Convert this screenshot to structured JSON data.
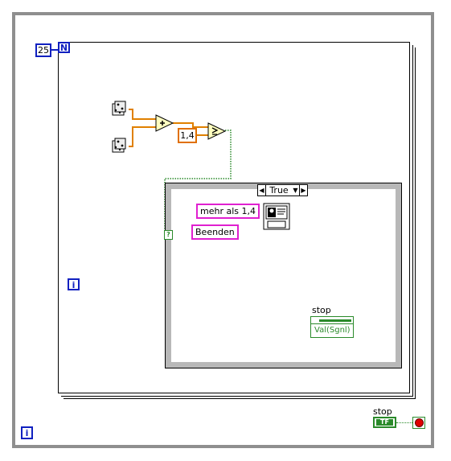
{
  "loop": {
    "count_terminal": "25",
    "count_label": "N",
    "outer_iteration": "i",
    "inner_iteration": "i"
  },
  "numeric": {
    "constant": "1,4"
  },
  "case": {
    "selector_value": "True"
  },
  "dialog": {
    "message": "mehr als  1,4",
    "button": "Beenden"
  },
  "stop_inner": {
    "label": "stop",
    "property": "Val(Sgnl)"
  },
  "stop_outer": {
    "label": "stop",
    "bool_text": "TF"
  },
  "colors": {
    "frame_gray": "#8f8f8f",
    "terminal_blue": "#1020c0",
    "string_pink": "#e020d0",
    "numeric_orange": "#e07000",
    "boolean_green": "#2a8a2a"
  }
}
